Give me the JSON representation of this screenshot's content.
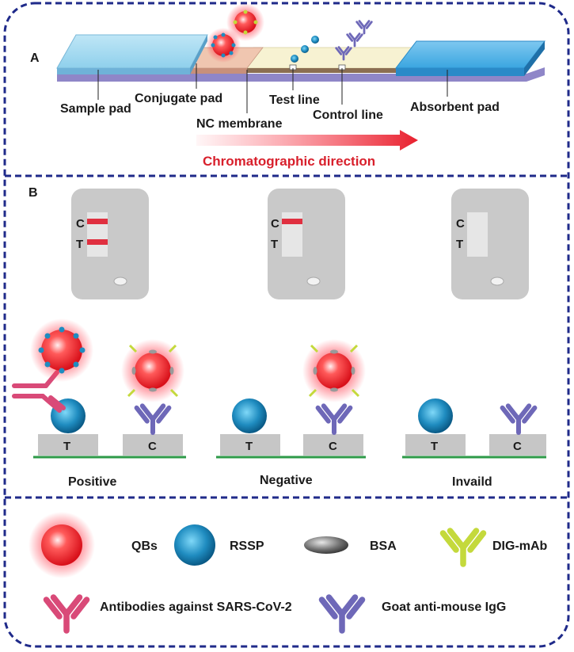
{
  "section_a": {
    "panel_label": "A",
    "labels": {
      "sample_pad": "Sample pad",
      "conjugate_pad": "Conjugate pad",
      "nc_membrane": "NC membrane",
      "test_line": "Test line",
      "control_line": "Control line",
      "absorbent_pad": "Absorbent pad"
    },
    "direction_label": "Chromatographic direction"
  },
  "section_b": {
    "panel_label": "B",
    "strip_marks": {
      "c": "C",
      "t": "T"
    },
    "blocks": {
      "t": "T",
      "c": "C"
    },
    "results": {
      "positive": "Positive",
      "negative": "Negative",
      "invalid": "Invaild"
    }
  },
  "legend": {
    "qbs": "QBs",
    "rssp": "RSSP",
    "bsa": "BSA",
    "dig_mab": "DIG-mAb",
    "antibodies_sars": "Antibodies against SARS-CoV-2",
    "goat_igg": "Goat anti-mouse IgG"
  },
  "colors": {
    "frame": "#1f2a8a",
    "red_line": "#e03040",
    "direction_text": "#d8202c",
    "cassette": "#c9c9c9",
    "block": "#c6c6c6",
    "base_line": "#2e9a48",
    "rssp_blue": "#1f8cc0",
    "qb_red": "#e8202a",
    "dig_yellow": "#c4d93c",
    "sars_pink": "#d94a78",
    "goat_purple": "#6e68b8"
  }
}
